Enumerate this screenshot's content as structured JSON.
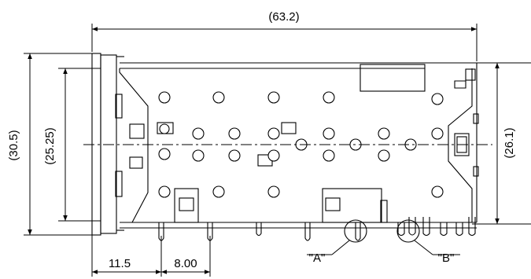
{
  "dimensions": {
    "overall_length": "(63.2)",
    "overall_height": "(30.5)",
    "inner_height": "(25.25)",
    "right_height": "(26.1)",
    "offset_left": "11.5",
    "pitch": "8.00"
  },
  "callouts": {
    "detail_a": "\"A\"",
    "detail_b": "\"B\""
  }
}
